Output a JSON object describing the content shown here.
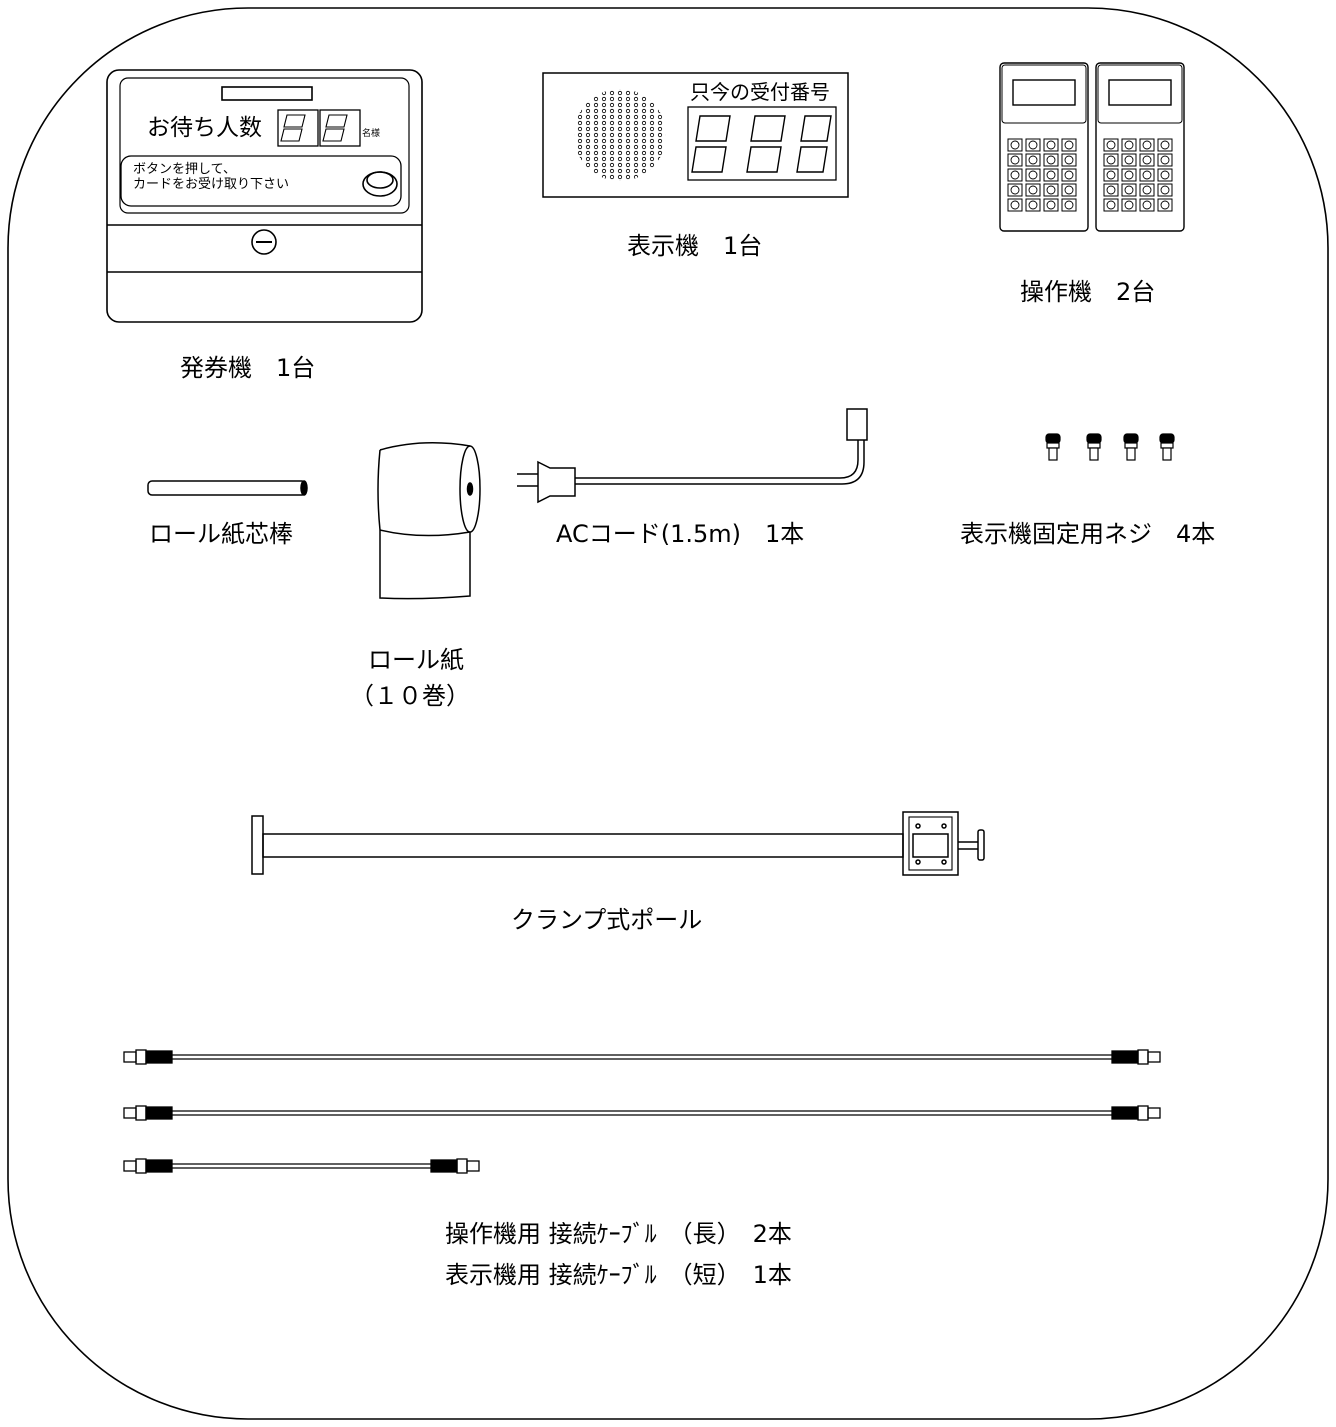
{
  "items": {
    "ticket_machine": {
      "label": "発券機　1台",
      "panel_title": "お待ち人数",
      "unit": "名様",
      "instruction_line1": "ボタンを押して、",
      "instruction_line2": "カードをお受け取り下さい"
    },
    "display_unit": {
      "label": "表示機　1台",
      "panel_title": "只今の受付番号"
    },
    "controller": {
      "label": "操作機　2台"
    },
    "roll_core": {
      "label": "ロール紙芯棒"
    },
    "roll_paper": {
      "label_line1": "ロール紙",
      "label_line2": "（１０巻）"
    },
    "ac_cord": {
      "label": "ACコード(1.5m)　1本"
    },
    "screws": {
      "label": "表示機固定用ネジ　4本"
    },
    "pole": {
      "label": "クランプ式ポール"
    },
    "cables": {
      "label_line1": "操作機用 接続ｹｰﾌﾞﾙ　（長）　2本",
      "label_line2": "表示機用 接続ｹｰﾌﾞﾙ　（短）　1本"
    }
  }
}
